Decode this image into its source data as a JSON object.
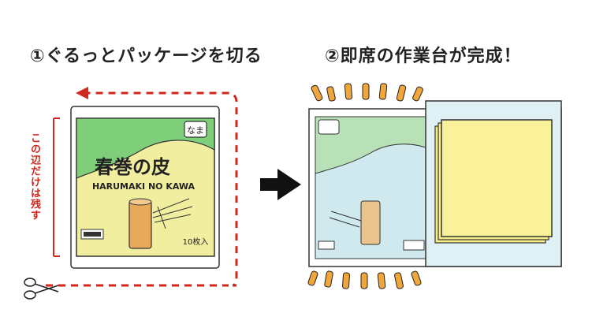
{
  "steps": [
    {
      "title": "①ぐるっとパッケージを切る"
    },
    {
      "title": "②即席の作業台が完成！"
    }
  ],
  "note": {
    "keep_edge": "この辺だけは残す"
  },
  "package": {
    "name": "春巻の皮",
    "romaji": "HARUMAKI NO KAWA",
    "badge": "なま",
    "count": "10枚入"
  },
  "colors": {
    "accent_red": "#d1281e",
    "pkg_green": "#7fce7a",
    "pkg_yellow": "#f1ef9f",
    "pkg_blue": "#cfe9ee",
    "wrapper_yellow": "#f7ee8a",
    "spark_orange": "#f0a63b"
  }
}
